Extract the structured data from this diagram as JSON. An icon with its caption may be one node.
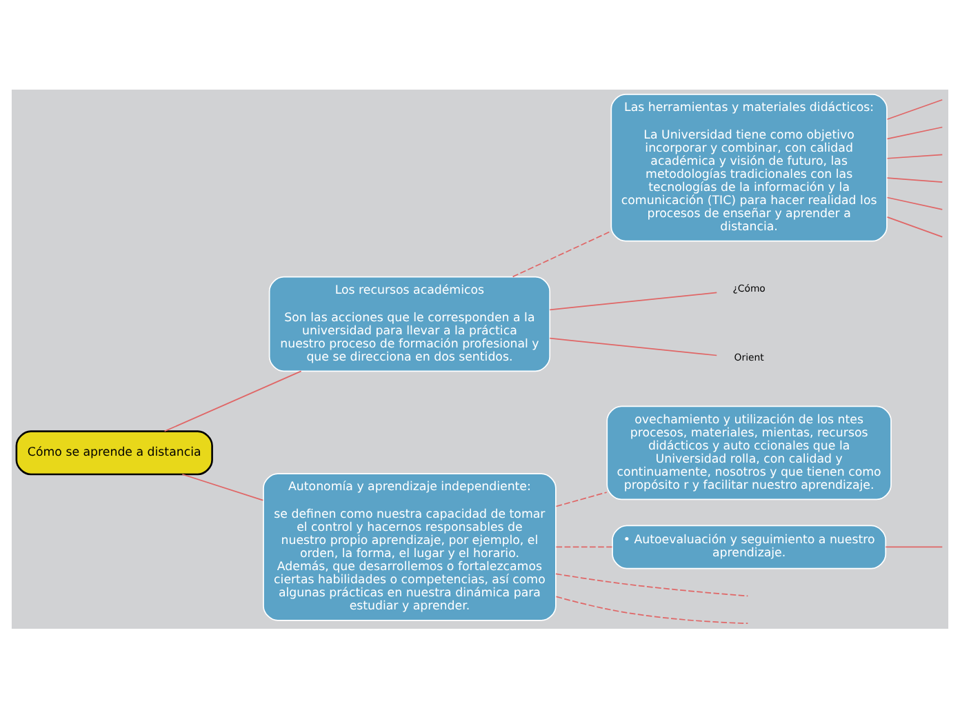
{
  "diagram": {
    "nodes": [
      {
        "text": [
          "Cómo se aprende a distancia"
        ]
      },
      {
        "text": [
          "ovechamiento y utilización de los ntes procesos, materiales, mientas, recursos didácticos y auto ccionales que la Universidad rolla, con calidad y continuamente, nosotros y que tienen como propósito r y facilitar nuestro aprendizaje."
        ]
      },
      {
        "text": [
          "Los recursos académicos",
          "Son las acciones que le corresponden a la universidad para llevar a la práctica nuestro proceso de formación profesional y que se direcciona en dos sentidos."
        ]
      },
      {
        "text": [
          "Autonomía y aprendizaje independiente:",
          "se definen como nuestra capacidad de tomar el control y hacernos responsables de nuestro propio aprendizaje, por ejemplo, el orden, la forma, el lugar y el horario. Además, que desarrollemos o fortalezcamos ciertas habilidades o competencias, así como algunas prácticas en nuestra dinámica para estudiar y aprender."
        ]
      },
      {
        "text": [
          "Las herramientas y materiales didácticos:",
          "La Universidad tiene como objetivo incorporar y combinar, con calidad académica y visión de futuro, las metodologías tradicionales con las tecnologías de la información y la comunicación (TIC) para hacer realidad los procesos de enseñar y aprender a distancia."
        ]
      },
      {
        "text": [
          "• Autoevaluación y seguimiento a nuestro aprendizaje."
        ]
      },
      {
        "text": [
          "¿Cómo"
        ]
      },
      {
        "text": [
          "Orient"
        ]
      }
    ],
    "edges": [
      {
        "from": 0,
        "to": 2,
        "arrow": "none"
      },
      {
        "from": 0,
        "to": 3,
        "arrow": "none"
      },
      {
        "from": 3,
        "to": 1,
        "arrow": "none",
        "style": "dashed"
      },
      {
        "from": 2,
        "to": 4,
        "arrow": "none",
        "style": "dashed"
      },
      {
        "from": 2,
        "to": 6,
        "arrow": "none"
      },
      {
        "from": 2,
        "to": 7,
        "arrow": "none"
      },
      {
        "from": 3,
        "to": null,
        "arrow": "none",
        "style": "dashed"
      },
      {
        "from": 3,
        "to": null,
        "arrow": "none",
        "style": "dashed"
      },
      {
        "from": 3,
        "to": 5,
        "arrow": "none",
        "style": "dashed"
      },
      {
        "from": 4,
        "to": null,
        "arrow": "none"
      },
      {
        "from": 4,
        "to": null,
        "arrow": "none"
      },
      {
        "from": 4,
        "to": null,
        "arrow": "none"
      },
      {
        "from": 4,
        "to": null,
        "arrow": "none"
      },
      {
        "from": 4,
        "to": null,
        "arrow": "none"
      },
      {
        "from": 4,
        "to": null,
        "arrow": "none"
      },
      {
        "from": 5,
        "to": null,
        "arrow": "none"
      }
    ]
  }
}
